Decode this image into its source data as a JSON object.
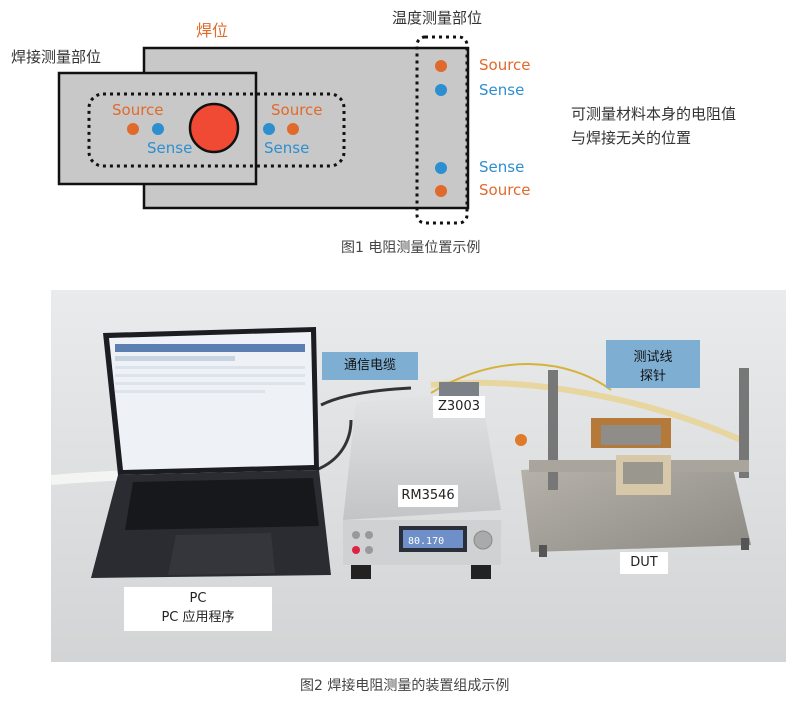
{
  "fig1": {
    "label_weld": "焊位",
    "label_weld_part": "焊接测量部位",
    "label_temp_part": "温度测量部位",
    "left_source": "Source",
    "left_sense": "Sense",
    "right_source": "Source",
    "right_sense": "Sense",
    "temp_source_top": "Source",
    "temp_sense_top": "Sense",
    "temp_sense_bottom": "Sense",
    "temp_source_bottom": "Source",
    "note_line1": "可测量材料本身的电阻值",
    "note_line2": "与焊接无关的位置",
    "caption": "图1 电阻测量位置示例",
    "colors": {
      "source": "#e06a2b",
      "sense": "#2d8fd0",
      "weld": "#f04a34"
    }
  },
  "fig2": {
    "tag_cable": "通信电缆",
    "tag_z3003": "Z3003",
    "tag_probe_line1": "测试线",
    "tag_probe_line2": "探针",
    "tag_rm3546": "RM3546",
    "tag_dut": "DUT",
    "tag_pc_line1": "PC",
    "tag_pc_line2": "PC 应用程序",
    "meter_reading": "80.170",
    "caption": "图2 焊接电阻测量的装置组成示例"
  }
}
